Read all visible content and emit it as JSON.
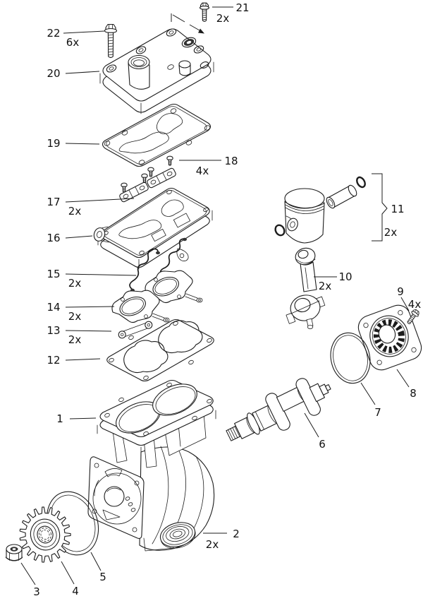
{
  "colors": {
    "line": "#1c1c1c",
    "background": "#ffffff",
    "label_text": "#111111"
  },
  "callouts": {
    "c1": {
      "ref": "1"
    },
    "c2": {
      "ref": "2",
      "qty": "2x"
    },
    "c3": {
      "ref": "3"
    },
    "c4": {
      "ref": "4"
    },
    "c5": {
      "ref": "5"
    },
    "c6": {
      "ref": "6"
    },
    "c7": {
      "ref": "7"
    },
    "c8": {
      "ref": "8"
    },
    "c9": {
      "ref": "9",
      "qty": "4x"
    },
    "c10": {
      "ref": "10",
      "qty": "2x"
    },
    "c11": {
      "ref": "11",
      "qty": "2x"
    },
    "c12": {
      "ref": "12"
    },
    "c13": {
      "ref": "13",
      "qty": "2x"
    },
    "c14": {
      "ref": "14",
      "qty": "2x"
    },
    "c15": {
      "ref": "15",
      "qty": "2x"
    },
    "c16": {
      "ref": "16"
    },
    "c17": {
      "ref": "17",
      "qty": "2x"
    },
    "c18": {
      "ref": "18",
      "qty": "4x"
    },
    "c19": {
      "ref": "19"
    },
    "c20": {
      "ref": "20"
    },
    "c21": {
      "ref": "21",
      "qty": "2x"
    },
    "c22": {
      "ref": "22",
      "qty": "6x"
    }
  }
}
